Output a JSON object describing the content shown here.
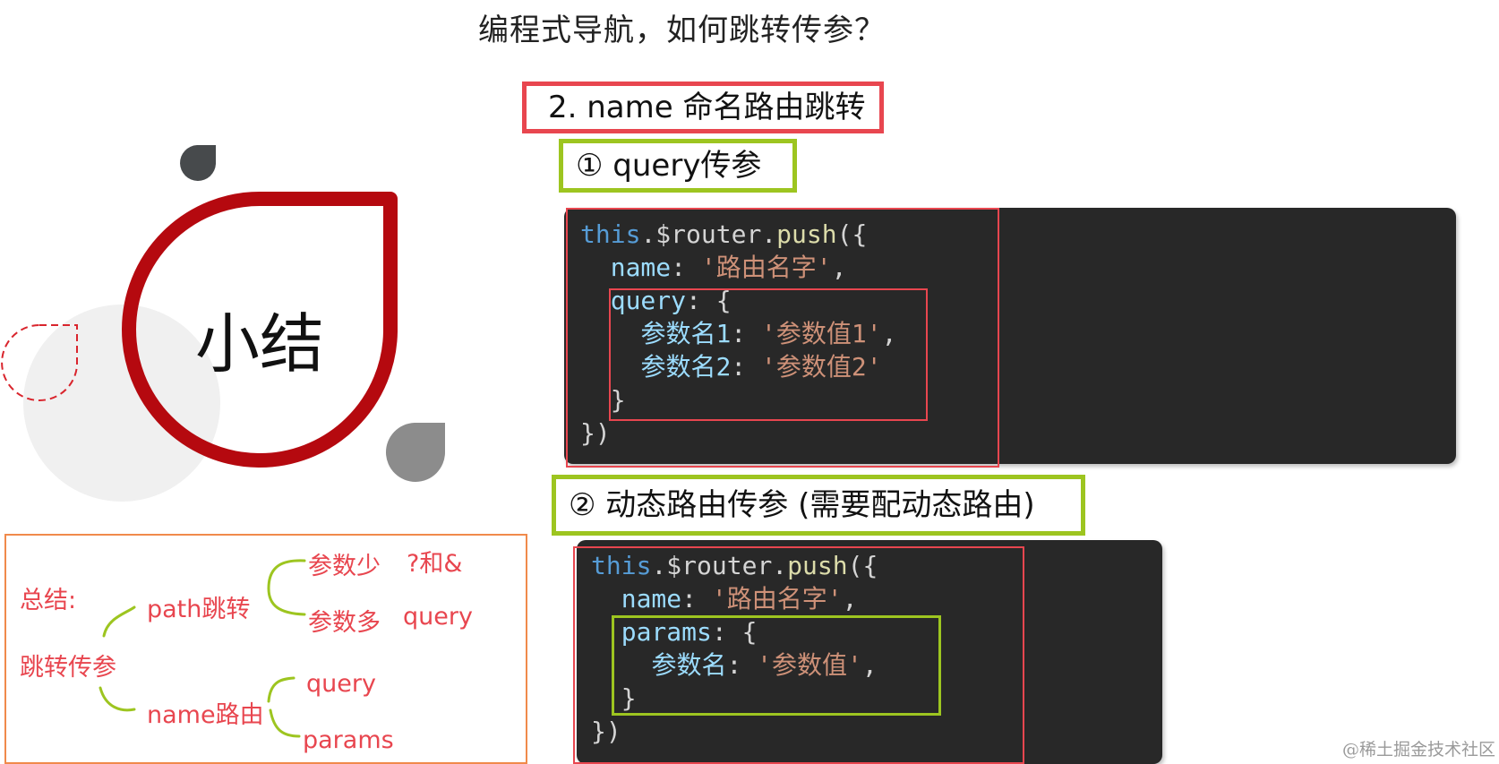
{
  "title": "编程式导航，如何跳转传参？",
  "section_heading": "2. name 命名路由跳转",
  "query_heading": "① query传参",
  "params_heading": "② 动态路由传参 (需要配动态路由)",
  "hero_label": "小结",
  "code_query": {
    "l1_obj": "this",
    "l1_mid": ".$router.",
    "l1_fn": "push",
    "l1_end": "({",
    "l2_key": "name",
    "l2_sep": ": ",
    "l2_val": "'路由名字'",
    "l2_end": ",",
    "l3_key": "query",
    "l3_end": ": {",
    "l4_key": "参数名1",
    "l4_sep": ": ",
    "l4_val": "'参数值1'",
    "l4_end": ",",
    "l5_key": "参数名2",
    "l5_sep": ": ",
    "l5_val": "'参数值2'",
    "l6": "}",
    "l7": "})"
  },
  "code_params": {
    "l1_obj": "this",
    "l1_mid": ".$router.",
    "l1_fn": "push",
    "l1_end": "({",
    "l2_key": "name",
    "l2_sep": ": ",
    "l2_val": "'路由名字'",
    "l2_end": ",",
    "l3_key": "params",
    "l3_end": ": {",
    "l4_key": "参数名",
    "l4_sep": ": ",
    "l4_val": "'参数值'",
    "l4_end": ",",
    "l5": "}",
    "l6": "})"
  },
  "summary": {
    "heading": "总结:",
    "root": "跳转传参",
    "path_branch": "path跳转",
    "path_few": "参数少",
    "path_few_note": "?和&",
    "path_many": "参数多",
    "path_many_note": "query",
    "name_branch": "name路由",
    "name_query": "query",
    "name_params": "params"
  },
  "watermark": "@稀土掘金技术社区",
  "colors": {
    "accent_red": "#e8464f",
    "accent_green": "#9dc520",
    "hero_red": "#b5090f",
    "summary_border": "#f08a4b",
    "code_bg": "#282828"
  }
}
